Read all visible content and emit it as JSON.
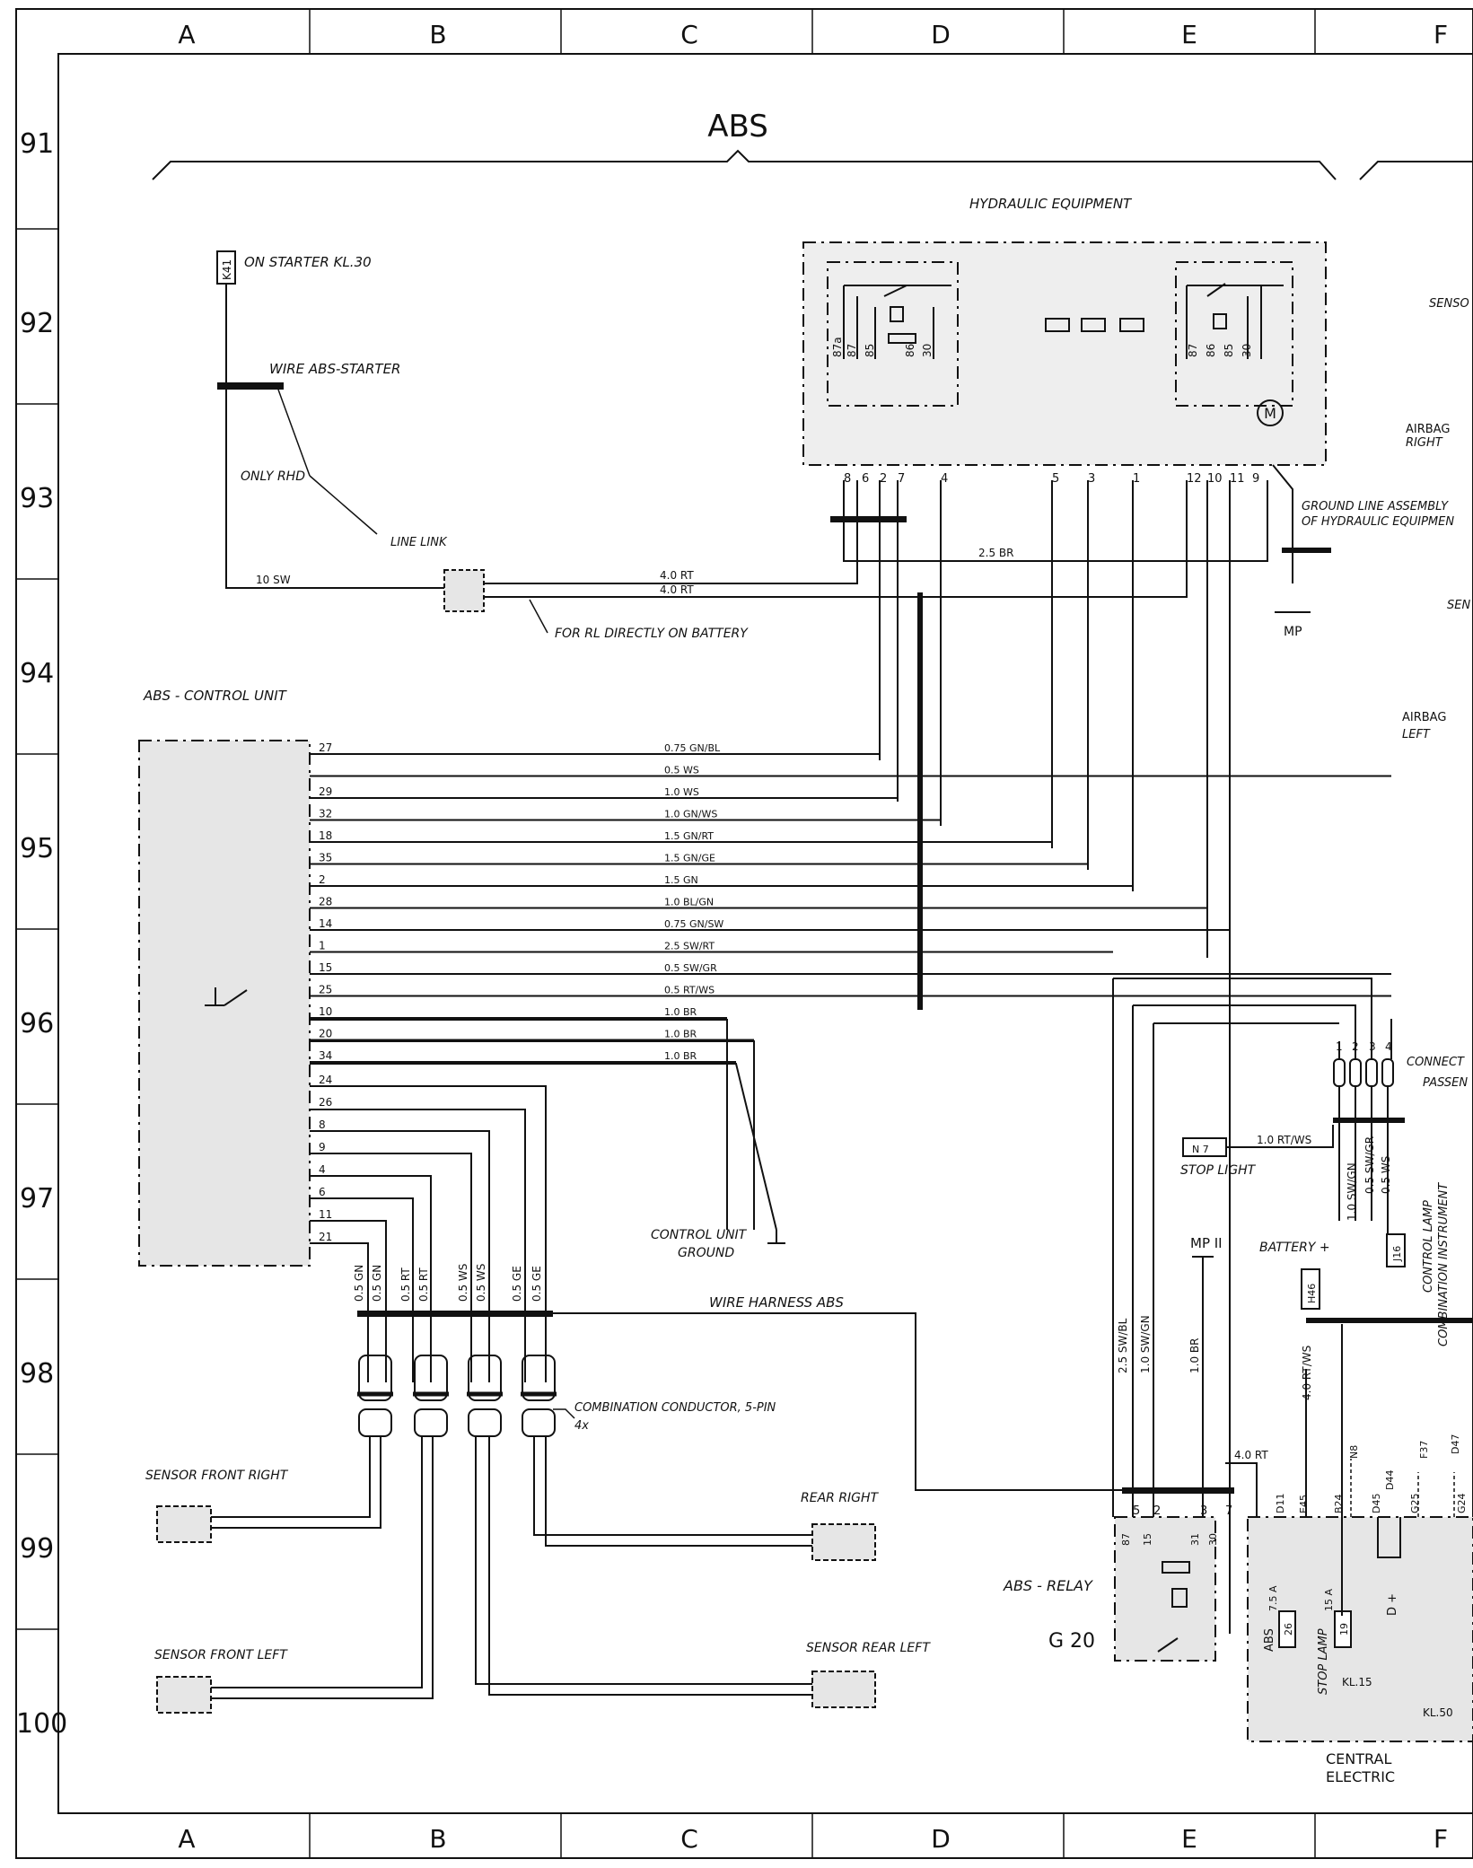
{
  "columns": [
    "A",
    "B",
    "C",
    "D",
    "E",
    "F"
  ],
  "rows": [
    "91",
    "92",
    "93",
    "94",
    "95",
    "96",
    "97",
    "98",
    "99",
    "100"
  ],
  "labels": {
    "abs_title": "ABS",
    "hydraulic_equipment": "HYDRAULIC EQUIPMENT",
    "k41": "K41",
    "on_starter": "ON STARTER KL.30",
    "wire_abs_starter": "WIRE ABS-STARTER",
    "only_rhd": "ONLY RHD",
    "line_link": "LINE LINK",
    "w10sw": "10 SW",
    "w40rt_a": "4.0 RT",
    "w40rt_b": "4.0 RT",
    "w25br": "2.5 BR",
    "for_rl": "FOR RL DIRECTLY ON BATTERY",
    "ground_line": "GROUND LINE ASSEMBLY",
    "of_hydraulic": "OF HYDRAULIC EQUIPMEN",
    "mp": "MP",
    "abs_control_unit": "ABS - CONTROL UNIT",
    "control_unit_ground_1": "CONTROL UNIT",
    "control_unit_ground_2": "GROUND",
    "wire_harness_abs": "WIRE HARNESS ABS",
    "combination_conductor": "COMBINATION CONDUCTOR, 5-PIN",
    "x4": "4x",
    "sensor_front_right": "SENSOR FRONT RIGHT",
    "sensor_front_left": "SENSOR FRONT LEFT",
    "rear_right": "REAR RIGHT",
    "sensor_rear_left": "SENSOR REAR LEFT",
    "abs_relay": "ABS - RELAY",
    "g20": "G 20",
    "central_electric_1": "CENTRAL",
    "central_electric_2": "ELECTRIC",
    "stop_light": "STOP LIGHT",
    "n7": "N 7",
    "w10rtws": "1.0 RT/WS",
    "mp2": "MP II",
    "battery": "BATTERY +",
    "h46": "H46",
    "j16": "J16",
    "control_lamp": "CONTROL LAMP",
    "combination_instrument": "COMBINATION INSTRUMENT",
    "connect": "CONNECT",
    "passen": "PASSEN",
    "airbag_right_1": "AIRBAG",
    "airbag_right_2": "RIGHT",
    "airbag_left_1": "AIRBAG",
    "airbag_left_2": "LEFT",
    "senso": "SENSO",
    "sen": "SEN",
    "kl15": "KL.15",
    "kl50": "KL.50",
    "abs_fuse": "ABS",
    "stop_lamp_fuse": "STOP LAMP",
    "fuse75": "7.5 A",
    "fuse15": "15 A",
    "f26": "26",
    "f19": "19",
    "d_plus": "D +",
    "w40rt_relay": "4.0 RT",
    "w25swbl": "2.5 SW/BL",
    "w10swgn": "1.0 SW/GN",
    "w10br": "1.0 BR",
    "w40rtws": "4.0 RT/WS",
    "w10swgn2": "1.0 SW/GN",
    "w05swgr": "0.5 SW/GR",
    "w05ws": "0.5 WS"
  },
  "hydraulic_pins": [
    "8",
    "6",
    "2",
    "7",
    "4",
    "5",
    "3",
    "1",
    "12",
    "10",
    "11",
    "9"
  ],
  "hydraulic_inner_pins": [
    "87a",
    "87",
    "85",
    "86",
    "30",
    "87",
    "86",
    "85",
    "30"
  ],
  "control_unit_wires": [
    {
      "pin": "27",
      "label": "0.75 GN/BL"
    },
    {
      "pin": "",
      "label": "0.5 WS"
    },
    {
      "pin": "29",
      "label": "1.0 WS"
    },
    {
      "pin": "32",
      "label": "1.0 GN/WS"
    },
    {
      "pin": "18",
      "label": "1.5 GN/RT"
    },
    {
      "pin": "35",
      "label": "1.5 GN/GE"
    },
    {
      "pin": "2",
      "label": "1.5 GN"
    },
    {
      "pin": "28",
      "label": "1.0 BL/GN"
    },
    {
      "pin": "14",
      "label": "0.75 GN/SW"
    },
    {
      "pin": "1",
      "label": "2.5 SW/RT"
    },
    {
      "pin": "15",
      "label": "0.5 SW/GR"
    },
    {
      "pin": "25",
      "label": "0.5 RT/WS"
    },
    {
      "pin": "10",
      "label": "1.0 BR"
    },
    {
      "pin": "20",
      "label": "1.0 BR"
    },
    {
      "pin": "34",
      "label": "1.0 BR"
    }
  ],
  "control_unit_lower_pins": [
    "24",
    "26",
    "8",
    "9",
    "4",
    "6",
    "11",
    "21"
  ],
  "sensor_wire_labels": [
    "0.5 GN",
    "0.5 GN",
    "0.5 RT",
    "0.5 RT",
    "0.5 WS",
    "0.5 WS",
    "0.5 GE",
    "0.5 GE"
  ],
  "relay_pins": [
    "5",
    "2",
    "3",
    "7"
  ],
  "relay_inner": [
    "87",
    "15",
    "31",
    "30"
  ],
  "central_pins": [
    "D11",
    "E45",
    "B24",
    "D45",
    "G25",
    "G24"
  ],
  "arrow_labels": [
    "N8",
    "F37",
    "D44",
    "D47"
  ],
  "connector_pins": [
    "1",
    "2",
    "3",
    "4"
  ]
}
